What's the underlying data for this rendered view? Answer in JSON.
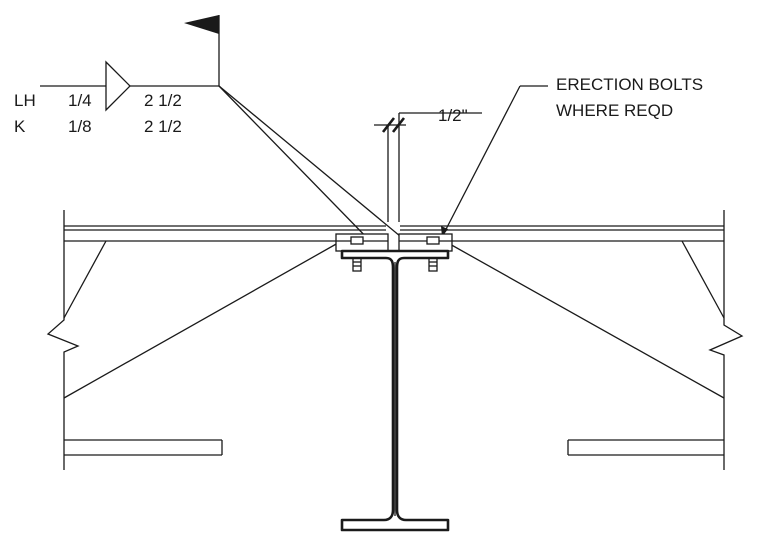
{
  "weld_symbol": {
    "rows": [
      {
        "member": "LH",
        "weld_size": "1/4",
        "weld_length": "2 1/2"
      },
      {
        "member": "K",
        "weld_size": "1/8",
        "weld_length": "2 1/2"
      }
    ],
    "field_weld_flag": "field-weld-flag-icon",
    "fillet_symbol": "fillet-weld-triangle-icon"
  },
  "gap": {
    "dimension": "1/2\""
  },
  "callout": {
    "line1": "ERECTION BOLTS",
    "line2": "WHERE REQD"
  },
  "colors": {
    "line": "#1a1a1a",
    "background": "#ffffff"
  }
}
